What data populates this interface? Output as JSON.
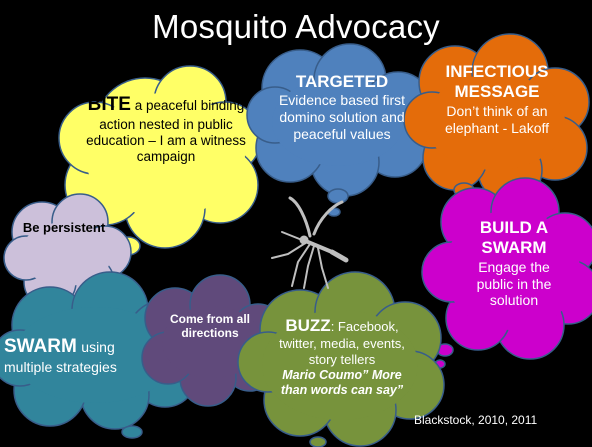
{
  "slide": {
    "title": "Mosquito Advocacy",
    "credit": "Blackstock, 2010, 2011"
  },
  "colors": {
    "background": "#000000",
    "bite_cloud": "#ffff66",
    "persistent_cloud": "#ccc0da",
    "targeted_cloud": "#4f81bd",
    "infectious_cloud": "#e46c0a",
    "build_cloud": "#cc00cc",
    "swarm_cloud": "#31859c",
    "directions_cloud": "#604a7b",
    "buzz_cloud": "#77933c"
  },
  "clouds": {
    "bite": {
      "heading": "BITE",
      "text": "a peaceful binding action nested in public education – I am a witness campaign"
    },
    "persistent": {
      "text": "Be persistent"
    },
    "targeted": {
      "heading": "TARGETED",
      "text": "Evidence based first domino solution and peaceful values"
    },
    "infectious": {
      "heading": "INFECTIOUS MESSAGE",
      "text": "Don’t think of an elephant - Lakoff"
    },
    "build": {
      "heading": "BUILD A SWARM",
      "text": "Engage the public in the solution"
    },
    "swarm": {
      "heading": "SWARM",
      "text_inline": "using",
      "text": "multiple strategies"
    },
    "directions": {
      "text": "Come from all directions"
    },
    "buzz": {
      "heading": "BUZZ",
      "text": ": Facebook, twitter, media, events, story tellers",
      "quote": "Mario Coumo” More than words can say”"
    }
  }
}
